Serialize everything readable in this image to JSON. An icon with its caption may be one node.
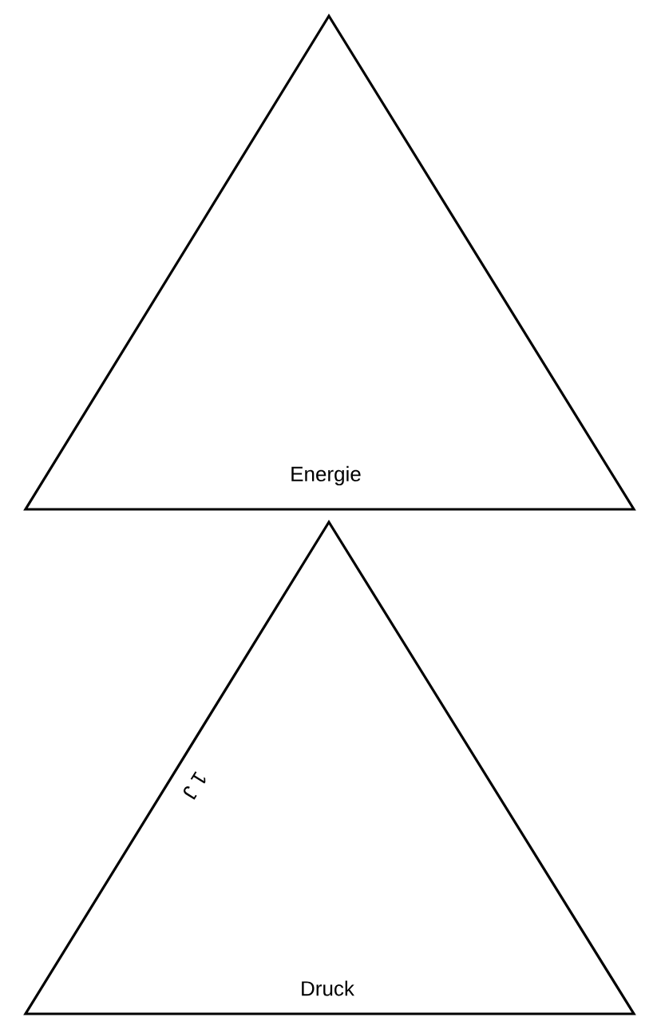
{
  "diagram": {
    "nodes": [
      {
        "text": [
          "Energie"
        ]
      },
      {
        "text": [
          "Druck"
        ]
      }
    ],
    "labels": [
      "1 J"
    ]
  }
}
